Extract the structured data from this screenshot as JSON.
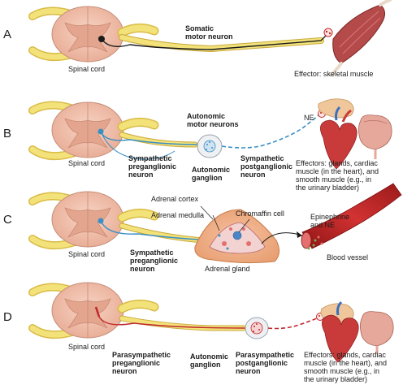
{
  "panels": {
    "A": {
      "letter": "A",
      "spinal_cord": "Spinal cord",
      "neuron": "Somatic\nmotor neuron",
      "effector": "Effector: skeletal muscle"
    },
    "B": {
      "letter": "B",
      "spinal_cord": "Spinal cord",
      "header": "Autonomic\nmotor neurons",
      "preganglionic": "Sympathetic\npreganglionic\nneuron",
      "ganglion": "Autonomic\nganglion",
      "postganglionic": "Sympathetic\npostganglionic\nneuron",
      "ne": "NE",
      "effectors": "Effectors: glands, cardiac\nmuscle (in the heart), and\nsmooth muscle (e.g., in\nthe urinary bladder)"
    },
    "C": {
      "letter": "C",
      "spinal_cord": "Spinal cord",
      "adrenal_cortex": "Adrenal cortex",
      "adrenal_medulla": "Adrenal medulla",
      "chromaffin": "Chromaffin cell",
      "epinephrine": "Epinephrine\nand NE",
      "blood_vessel": "Blood vessel",
      "adrenal_gland": "Adrenal gland",
      "preganglionic": "Sympathetic\npreganglionic\nneuron"
    },
    "D": {
      "letter": "D",
      "spinal_cord": "Spinal cord",
      "preganglionic": "Parasympathetic\npreganglionic\nneuron",
      "ganglion": "Autonomic\nganglion",
      "postganglionic": "Parasympathetic\npostganglionic\nneuron",
      "effectors": "Effectors: glands, cardiac\nmuscle (in the heart), and\nsmooth muscle (e.g., in\nthe urinary bladder)"
    }
  },
  "colors": {
    "cord_pink": "#f2c2ad",
    "grey_matter": "#e3a58e",
    "nerve_yellow": "#f3e27a",
    "nerve_outline": "#c9a93a",
    "somatic_axon": "#1b1b1b",
    "sympathetic_axon": "#3a8fc4",
    "parasympathetic_axon": "#c0282e",
    "muscle": "#b54a4a",
    "vessel": "#c62828"
  }
}
